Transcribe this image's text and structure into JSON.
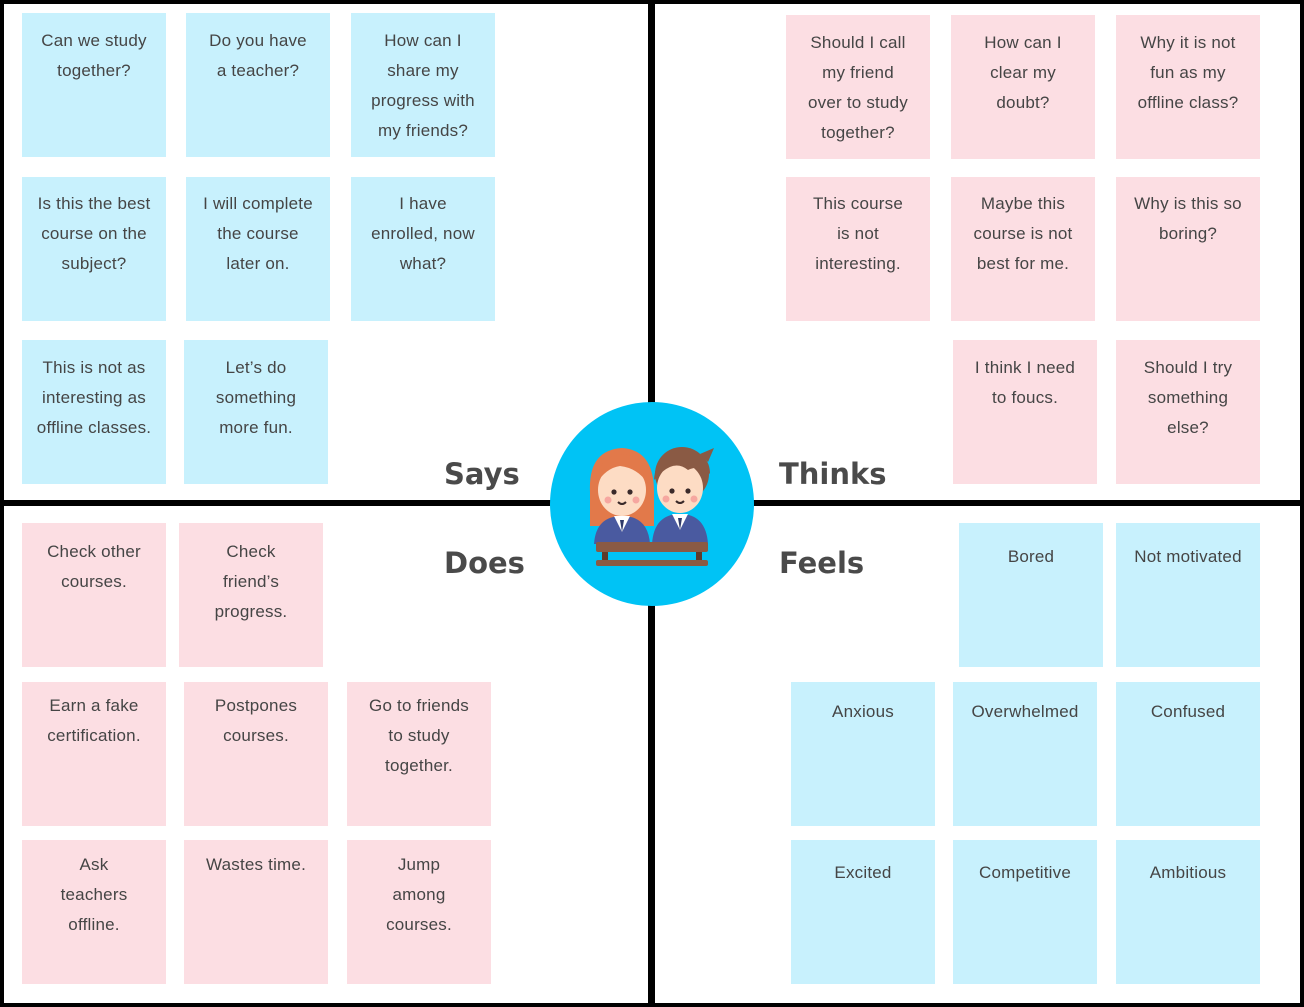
{
  "quadrants": {
    "says": {
      "label": "Says",
      "notes": [
        "Can we study\ntogether?",
        "Do you have\na teacher?",
        "How can I\nshare my\nprogress with\nmy friends?",
        "Is this the best\ncourse on the\nsubject?",
        "I will complete\nthe course\nlater on.",
        "I have\nenrolled, now\nwhat?",
        "This is not as\ninteresting as\noffline classes.",
        "Let’s do\nsomething\nmore fun."
      ]
    },
    "thinks": {
      "label": "Thinks",
      "notes": [
        "Should I call\nmy friend\nover to study\ntogether?",
        "How can I\nclear my\ndoubt?",
        "Why it is not\nfun as my\noffline class?",
        "This course\nis not\ninteresting.",
        "Maybe this\ncourse is not\nbest for me.",
        "Why is this so\nboring?",
        "I think I need\nto foucs.",
        "Should I try\nsomething\nelse?"
      ]
    },
    "does": {
      "label": "Does",
      "notes": [
        "Check other\ncourses.",
        "Check\nfriend’s\nprogress.",
        "Earn a fake\ncertification.",
        "Postpones\ncourses.",
        "Go to friends\nto study\ntogether.",
        "Ask\nteachers\noffline.",
        "Wastes time.",
        "Jump\namong\ncourses."
      ]
    },
    "feels": {
      "label": "Feels",
      "notes": [
        "Bored",
        "Not motivated",
        "Anxious",
        "Overwhelmed",
        "Confused",
        "Excited",
        "Competitive",
        "Ambitious"
      ]
    }
  },
  "colors": {
    "note_blue": "#c8f1fd",
    "note_pink": "#fcdee3",
    "badge": "#00c3f5",
    "divider": "#000000"
  },
  "center_icon": "students-icon"
}
